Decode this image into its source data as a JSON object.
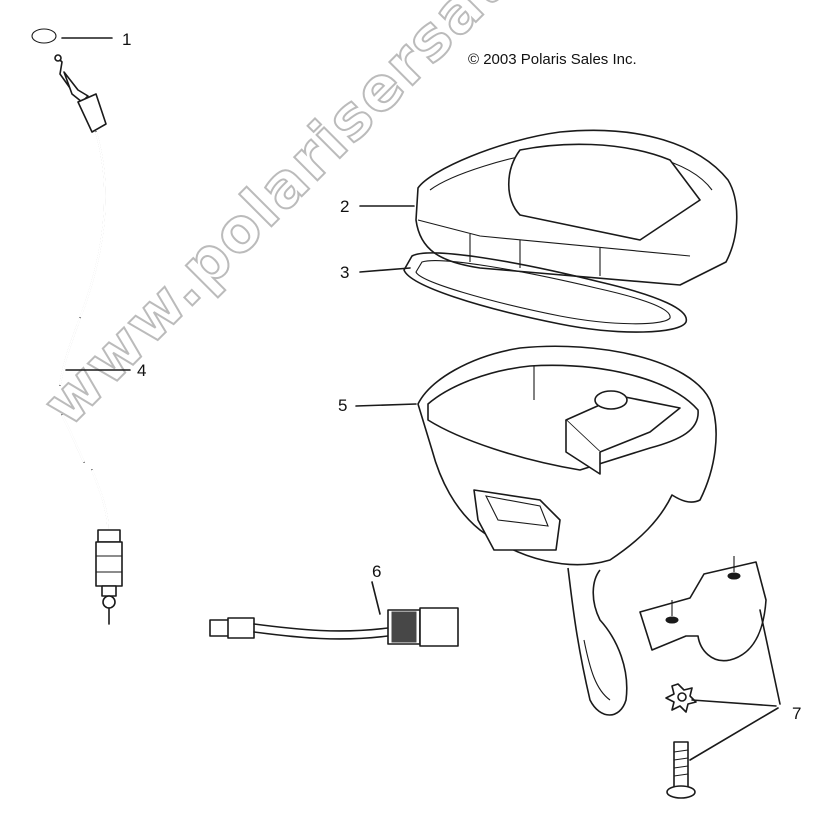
{
  "copyright": "© 2003 Polaris Sales Inc.",
  "watermark": "www.polarisersatzteile.de",
  "callouts": [
    {
      "number": "1",
      "part": "o-ring"
    },
    {
      "number": "2",
      "part": "cover"
    },
    {
      "number": "3",
      "part": "gasket"
    },
    {
      "number": "4",
      "part": "throttle-cable"
    },
    {
      "number": "5",
      "part": "throttle-housing"
    },
    {
      "number": "6",
      "part": "harness"
    },
    {
      "number": "7",
      "part": "clamp-hardware"
    }
  ],
  "colors": {
    "ink": "#1a1a1a",
    "watermark": "#b8b8b8",
    "background": "#ffffff"
  }
}
